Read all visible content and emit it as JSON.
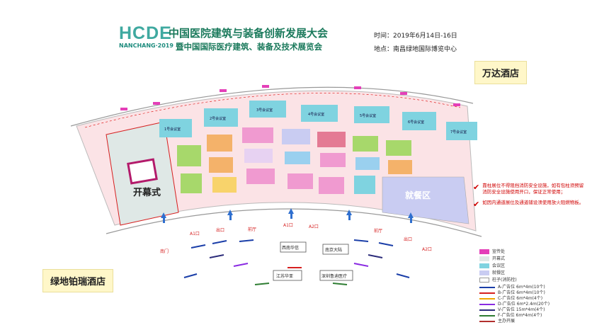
{
  "header": {
    "logo_mark": "HCDE",
    "logo_sub": "NANCHANG·2019",
    "title_line1": "中国医院建筑与装备创新发展大会",
    "title_line2": "暨中国国际医疗建筑、装备及技术展览会",
    "time_label": "时间：2019年6月14日-16日",
    "place_label": "地点：南昌绿地国际博览中心"
  },
  "hotels": {
    "east": "万达酒店",
    "west": "绿地铂瑞酒店"
  },
  "zones": {
    "opening": "开幕式",
    "dining": "就餐区",
    "meeting_rooms": [
      "1号会议室",
      "2号会议室",
      "3号会议室",
      "4号会议室",
      "5号会议室",
      "6号会议室",
      "7号会议室"
    ]
  },
  "labels": {
    "entrance_a1": "A1口",
    "entrance_a2": "A2口",
    "entrance_a1b": "A1口",
    "entrance_a2b": "A2口",
    "hall_left": "南门",
    "hall_mid": "前厅",
    "hall_right": "前厅",
    "exit_left": "出口",
    "exit_right": "出口",
    "booth_a": "西南华信",
    "booth_b": "南京大陆",
    "booth_c": "江苏华亚",
    "booth_d": "深圳鲁迪医疗"
  },
  "notes": {
    "note1": "靠柱展位不得阻挡消防安全设施，如有包柱须预留消防安全设施使用开口，保证正常使用；",
    "note2": "如因内通道展位及通道铺设须使用放火阻燃物板。"
  },
  "legend": [
    {
      "label": "宣传处",
      "color": "#e43fb8",
      "kind": "swatch"
    },
    {
      "label": "开幕式",
      "color": "#dfe8e6",
      "kind": "swatch"
    },
    {
      "label": "会议区",
      "color": "#7fd3e0",
      "kind": "swatch"
    },
    {
      "label": "就餐区",
      "color": "#c9ccf2",
      "kind": "swatch"
    },
    {
      "label": "柱子(消防栓)",
      "color": "#ffffff",
      "kind": "swatch"
    },
    {
      "label": "A-广告位  6m*4m(10个)",
      "color": "#1a3ea8",
      "kind": "line"
    },
    {
      "label": "B-广告位  6m*4m(10个)",
      "color": "#d62020",
      "kind": "line"
    },
    {
      "label": "C-广告位  6m*4m(4个)",
      "color": "#f0a500",
      "kind": "line"
    },
    {
      "label": "D-广告位  6m*2.4m(20个)",
      "color": "#8a2be2",
      "kind": "line"
    },
    {
      "label": "V-广告位  15m*4m(4个)",
      "color": "#2c2c7a",
      "kind": "line"
    },
    {
      "label": "F-广告位  6m*4m(4个)",
      "color": "#2e7d32",
      "kind": "line"
    },
    {
      "label": "主办开展",
      "color": "#b2302e",
      "kind": "line"
    }
  ]
}
